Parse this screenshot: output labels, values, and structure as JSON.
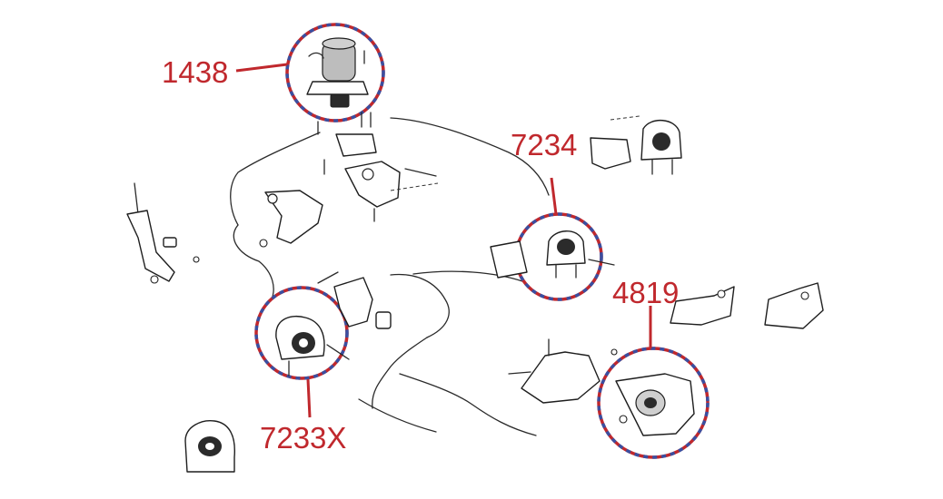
{
  "colors": {
    "accent": "#c0282d",
    "dash_blue": "#3a4fa0",
    "line": "#2a2a2a"
  },
  "callouts": [
    {
      "id": "c1438",
      "label": "1438"
    },
    {
      "id": "c7234",
      "label": "7234"
    },
    {
      "id": "c4819",
      "label": "4819"
    },
    {
      "id": "c7233x",
      "label": "7233X"
    }
  ]
}
